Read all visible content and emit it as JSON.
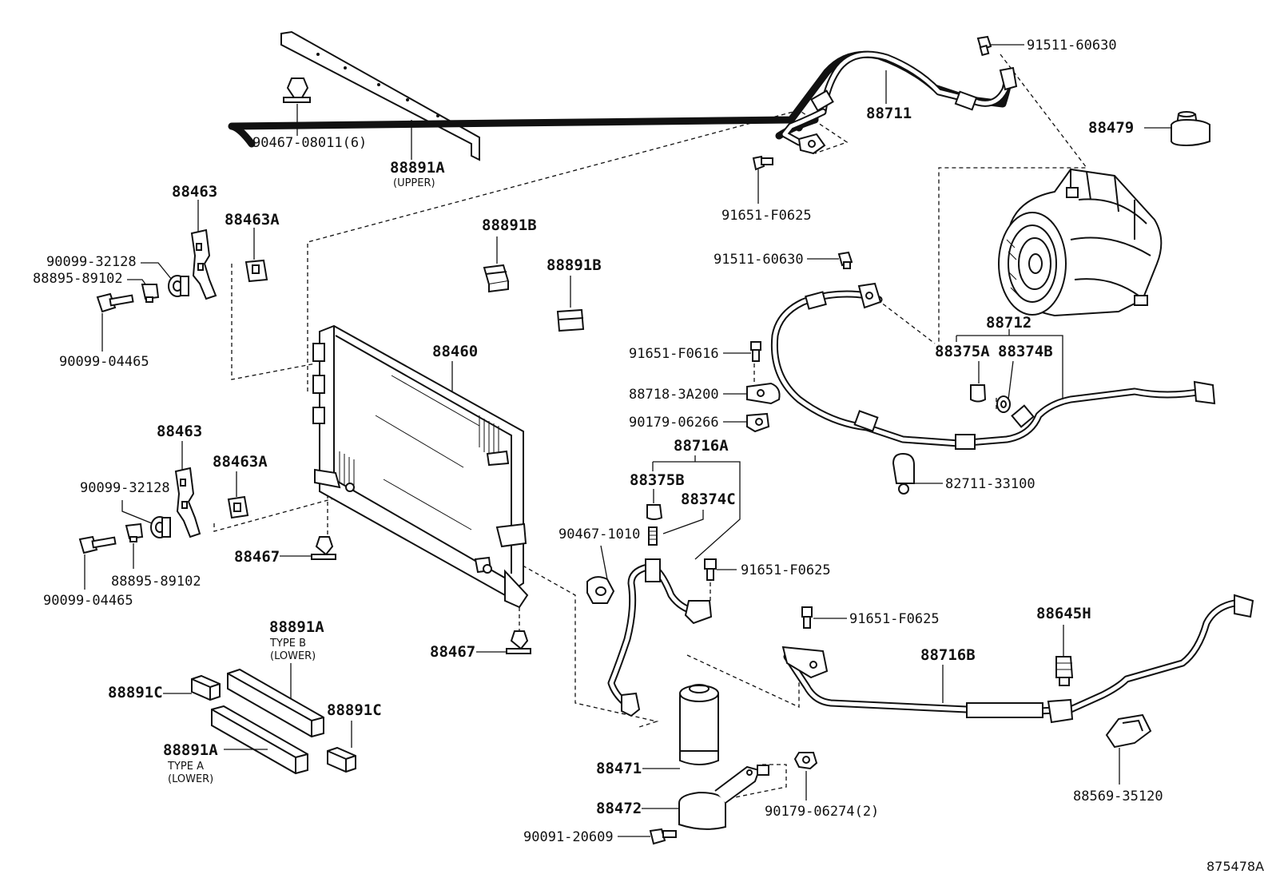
{
  "diagram_id": "875478A",
  "labels": {
    "p88891a_upper": "88891A",
    "p88891a_upper_note": "(UPPER)",
    "p90467_08011": "90467-08011(6)",
    "p88711": "88711",
    "p91511_60630_top": "91511-60630",
    "p88479": "88479",
    "p91651_f0625_top": "91651-F0625",
    "p91511_60630_mid": "91511-60630",
    "p88463_top": "88463",
    "p88463a_top": "88463A",
    "p90099_32128_top": "90099-32128",
    "p88895_89102_top": "88895-89102",
    "p90099_04465_top": "90099-04465",
    "p88891b_1": "88891B",
    "p88891b_2": "88891B",
    "p88460": "88460",
    "p88712": "88712",
    "p88375a": "88375A",
    "p88374b": "88374B",
    "p82711_33100": "82711-33100",
    "p91651_f0616": "91651-F0616",
    "p88718_3a200": "88718-3A200",
    "p90179_06266": "90179-06266",
    "p88716a": "88716A",
    "p88375b": "88375B",
    "p88374c": "88374C",
    "p90467_1010": "90467-1010",
    "p91651_f0625_mid": "91651-F0625",
    "p91651_f0625_low": "91651-F0625",
    "p88645h": "88645H",
    "p88716b": "88716B",
    "p88569_35120": "88569-35120",
    "p88463_bot": "88463",
    "p88463a_bot": "88463A",
    "p90099_32128_bot": "90099-32128",
    "p88895_89102_bot": "88895-89102",
    "p90099_04465_bot": "90099-04465",
    "p88467_1": "88467",
    "p88467_2": "88467",
    "p88891a_typeb": "88891A",
    "p88891a_typeb_note1": "TYPE B",
    "p88891a_typeb_note2": "(LOWER)",
    "p88891c_1": "88891C",
    "p88891c_2": "88891C",
    "p88891a_typea": "88891A",
    "p88891a_typea_note1": "TYPE A",
    "p88891a_typea_note2": "(LOWER)",
    "p88471": "88471",
    "p88472": "88472",
    "p90091_20609": "90091-20609",
    "p90179_06274": "90179-06274(2)"
  },
  "icons": [
    "upper-support-bracket-icon",
    "clip-icon",
    "discharge-hose-icon",
    "bolt-icon",
    "cap-icon",
    "compressor-icon",
    "condenser-icon",
    "cushion-icon",
    "suction-hose-icon",
    "o-ring-icon",
    "valve-icon",
    "receiver-dryer-icon",
    "pressure-switch-icon",
    "clamp-icon",
    "nut-icon",
    "grommet-icon",
    "bracket-icon"
  ]
}
